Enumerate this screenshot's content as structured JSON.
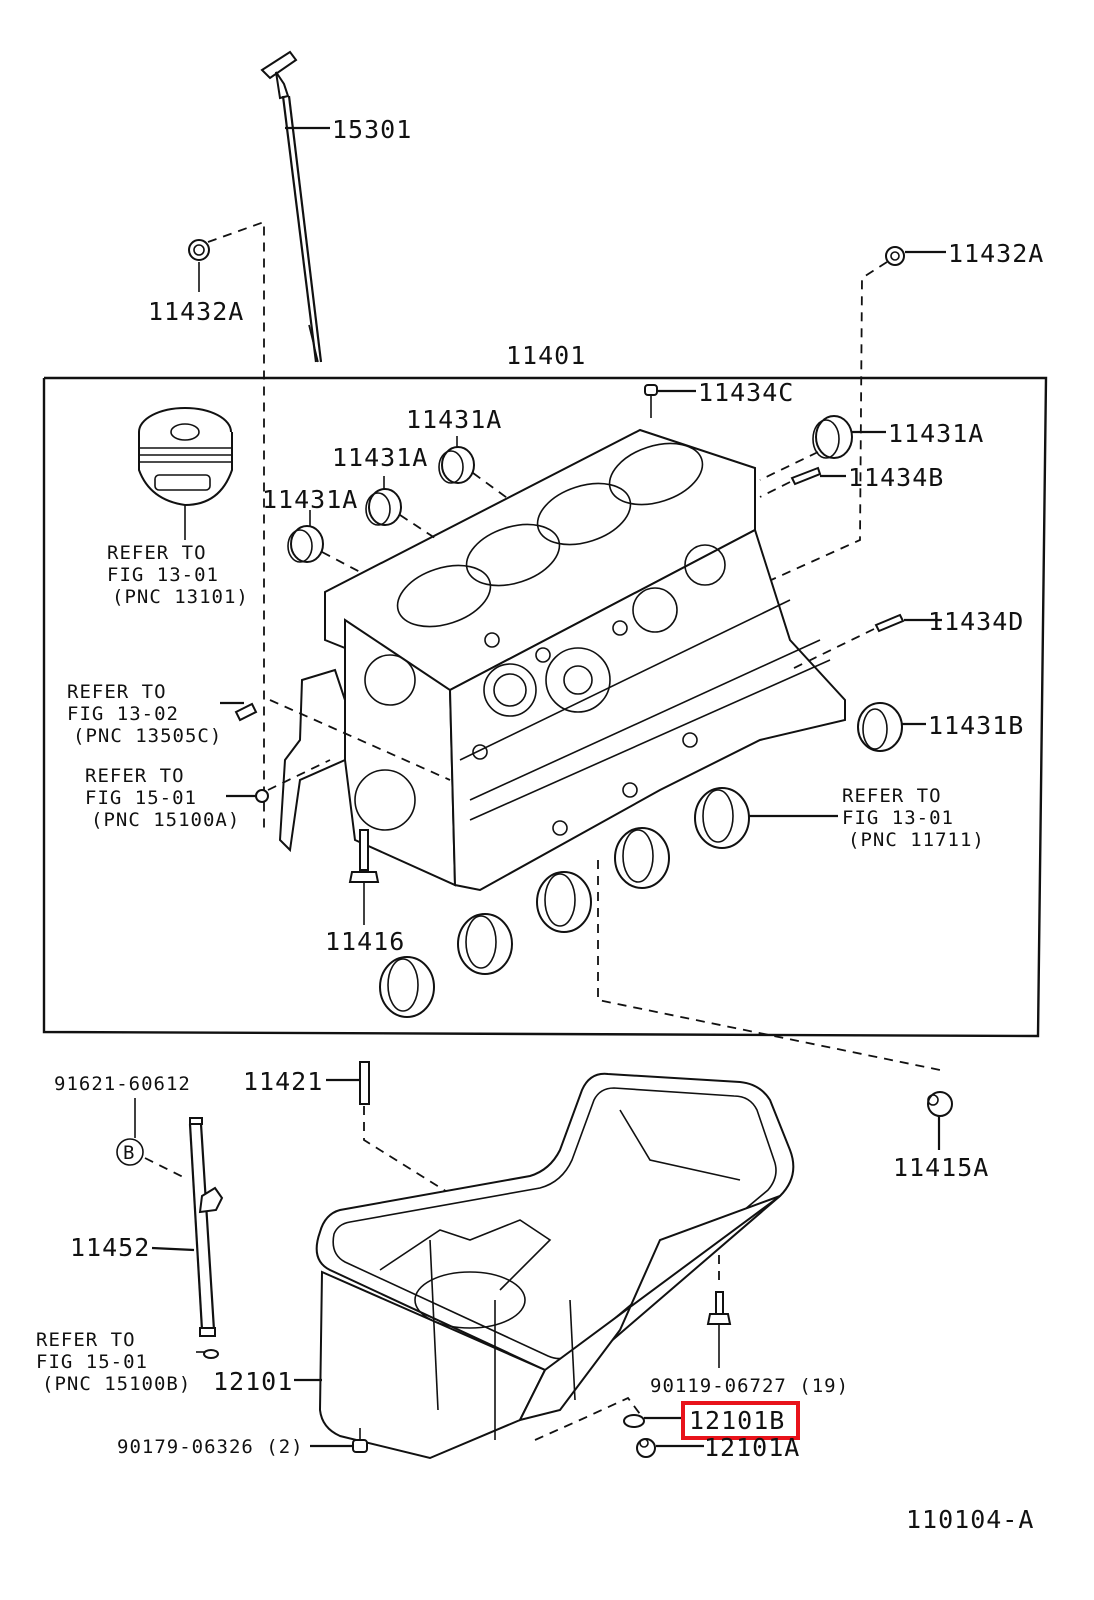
{
  "diagram": {
    "figure_id": "110104-A",
    "group_label": "11401",
    "highlight_color": "#e8121a",
    "highlighted_part": "12101B",
    "parts": {
      "dipstick": "15301",
      "plug_left": "11432A",
      "plug_right": "11432A",
      "hole_plug_top": "11434C",
      "plug_1": "11431A",
      "plug_2": "11431A",
      "plug_3": "11431A",
      "plug_4": "11431A",
      "pin_b": "11434B",
      "pin_d": "11434D",
      "seal_b": "11431B",
      "stud_bolt": "11416",
      "drain_plug": "11415A",
      "stud": "11421",
      "bolt_b": "91621-60612",
      "guide": "11452",
      "oil_pan": "12101",
      "bolt_19": "90119-06727 (19)",
      "nut_2": "90179-06326 (2)",
      "gasket": "12101B",
      "drain": "12101A"
    },
    "callout_b": "B",
    "refs": {
      "piston": [
        "REFER TO",
        "FIG 13-01",
        "(PNC 13101)"
      ],
      "pin": [
        "REFER TO",
        "FIG 13-02",
        "(PNC 13505C)"
      ],
      "oil_a": [
        "REFER TO",
        "FIG 15-01",
        "(PNC 15100A)"
      ],
      "bearing": [
        "REFER TO",
        "FIG 13-01",
        "(PNC 11711)"
      ],
      "oil_b": [
        "REFER TO",
        "FIG 15-01",
        "(PNC 15100B)"
      ]
    }
  }
}
